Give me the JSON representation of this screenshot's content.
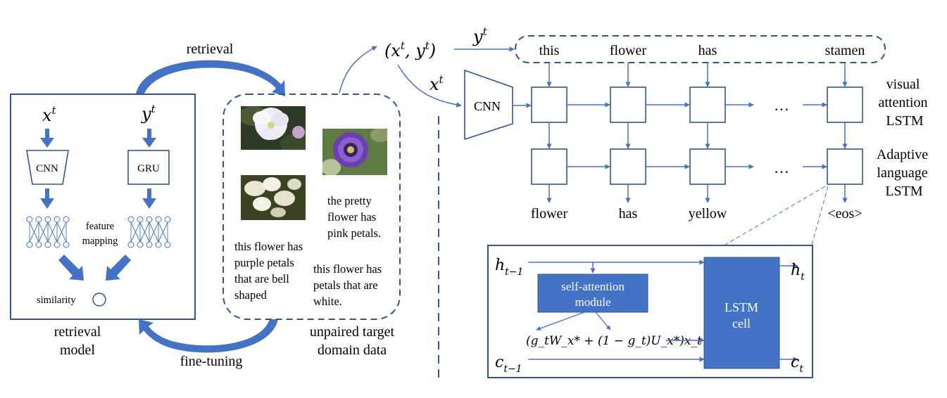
{
  "colors": {
    "blue": "#4472c4",
    "box_stroke": "#2f5597",
    "fill_blue": "#4472c4",
    "arrow_dark": "#2e5597"
  },
  "left": {
    "retrieval_label": "retrieval",
    "finetuning_label": "fine-tuning",
    "retrieval_model_line1": "retrieval",
    "retrieval_model_line2": "model",
    "x_label": "x",
    "x_sup": "t",
    "y_label": "y",
    "y_sup": "t",
    "cnn_label": "CNN",
    "gru_label": "GRU",
    "feature_mapping_line1": "feature",
    "feature_mapping_line2": "mapping",
    "similarity_label": "similarity"
  },
  "unpaired": {
    "caption_line1": "unpaired target",
    "caption_line2": "domain data",
    "text1_lines": [
      "this flower has",
      "purple petals",
      "that are bell",
      "shaped"
    ],
    "text2_lines": [
      "the pretty",
      "flower has",
      "pink petals."
    ],
    "text3_lines": [
      "this flower has",
      "petals that are",
      "white."
    ],
    "image_icons": [
      "white-flower-image",
      "purple-passionflower-image",
      "white-flowers-cluster-image"
    ]
  },
  "right": {
    "pair_label": "(x",
    "pair_sup1": "t",
    "pair_mid": ", y",
    "pair_sup2": "t",
    "pair_close": ")",
    "y_arrow_label": "y",
    "y_arrow_sup": "t",
    "x_arrow_label": "x",
    "x_arrow_sup": "t",
    "cnn_label": "CNN",
    "input_words": [
      "this",
      "flower",
      "has",
      "stamen"
    ],
    "output_words": [
      "flower",
      "has",
      "yellow",
      "<eos>"
    ],
    "ellipsis": "…",
    "visual_attention_lines": [
      "visual",
      "attention",
      "LSTM"
    ],
    "adaptive_language_lines": [
      "Adaptive",
      "language",
      "LSTM"
    ]
  },
  "detail": {
    "h_prev": "h",
    "h_prev_sub": "t−1",
    "c_prev": "c",
    "c_prev_sub": "t−1",
    "h_out": "h",
    "h_out_sub": "t",
    "c_out": "c",
    "c_out_sub": "t",
    "self_attention_line1": "self-attention",
    "self_attention_line2": "module",
    "lstm_line1": "LSTM",
    "lstm_line2": "cell",
    "formula": "(g_tW_x* + (1 − g_t)U_x*)x_t"
  }
}
